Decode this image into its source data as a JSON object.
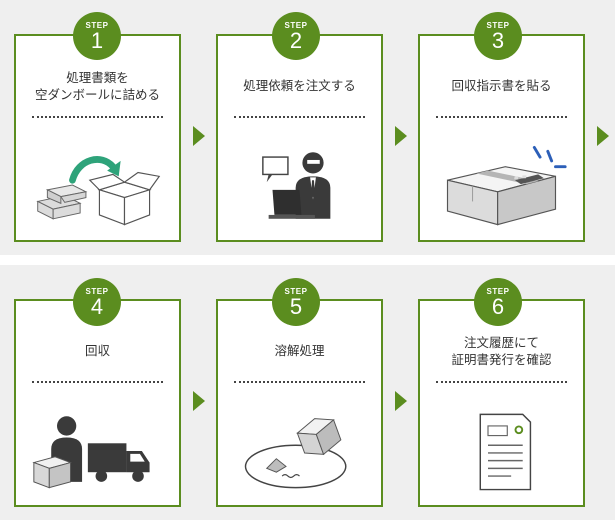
{
  "steps": [
    {
      "label": "STEP",
      "number": "1",
      "lines": [
        "処理書類を",
        "空ダンボールに詰める"
      ],
      "icon": "documents-into-box-icon"
    },
    {
      "label": "STEP",
      "number": "2",
      "lines": [
        "処理依頼を注文する"
      ],
      "icon": "person-at-laptop-icon"
    },
    {
      "label": "STEP",
      "number": "3",
      "lines": [
        "回収指示書を貼る"
      ],
      "icon": "box-with-label-icon"
    },
    {
      "label": "STEP",
      "number": "4",
      "lines": [
        "回収"
      ],
      "icon": "collector-with-truck-icon"
    },
    {
      "label": "STEP",
      "number": "5",
      "lines": [
        "溶解処理"
      ],
      "icon": "box-dissolving-icon"
    },
    {
      "label": "STEP",
      "number": "6",
      "lines": [
        "注文履歴にて",
        "証明書発行を確認"
      ],
      "icon": "certificate-document-icon"
    }
  ],
  "colors": {
    "accent": "#5b8d1f",
    "background_band": "#efefef",
    "text": "#333333"
  }
}
